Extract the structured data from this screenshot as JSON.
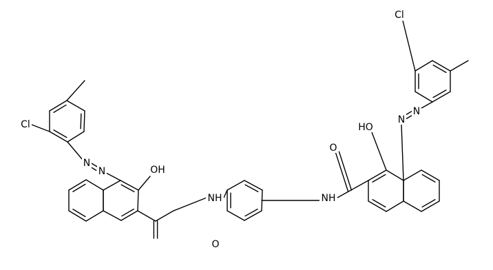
{
  "molecule": {
    "atom_labels": {
      "cl_left": "Cl",
      "cl_right": "Cl",
      "n_azo_left_a": "N",
      "n_azo_left_b": "N",
      "n_azo_right_a": "N",
      "n_azo_right_b": "N",
      "oh_left": "OH",
      "ho_right": "HO",
      "nh_left": "NH",
      "nh_right": "NH",
      "o_left": "O",
      "o_right": "O"
    }
  }
}
